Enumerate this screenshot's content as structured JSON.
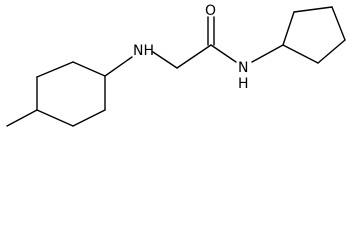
{
  "molecule": {
    "atom_labels": {
      "amine_nh": "NH",
      "amide_nh": "N",
      "amide_h": "H",
      "carbonyl_o": "O"
    },
    "colors": {
      "bond": "#000000",
      "label": "#000000",
      "background": "#ffffff"
    }
  }
}
